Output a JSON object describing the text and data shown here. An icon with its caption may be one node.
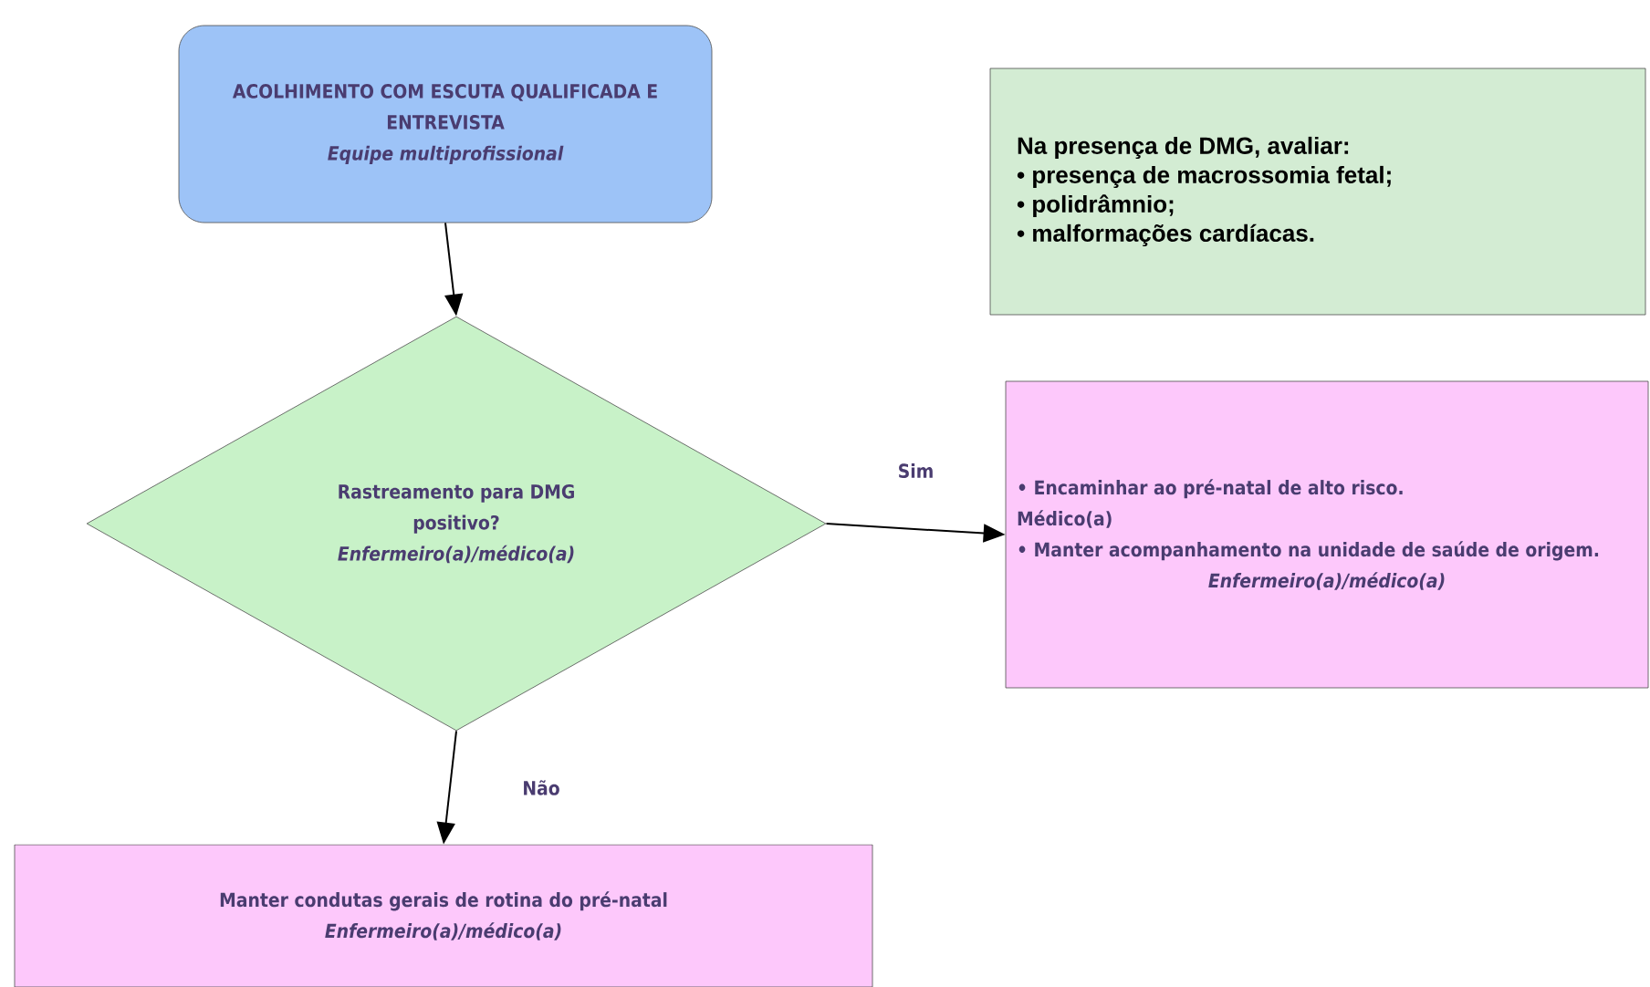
{
  "diagram": {
    "nodes": [
      {
        "text": [
          "ACOLHIMENTO COM ESCUTA QUALIFICADA E ENTREVISTA",
          "Equipe multiprofissional"
        ]
      },
      {
        "text": [
          "Na presença de DMG, avaliar:",
          "• presença de macrossomia fetal;",
          "• polidrâmnio;",
          "• malformações cardíacas."
        ]
      },
      {
        "text": [
          "Rastreamento para DMG positivo?",
          "Enfermeiro(a)/médico(a)"
        ]
      },
      {
        "text": [
          "• Encaminhar ao pré-natal de alto risco.",
          "Médico(a)",
          "• Manter acompanhamento na unidade de saúde de origem.",
          "Enfermeiro(a)/médico(a)"
        ]
      },
      {
        "text": [
          "Manter condutas gerais de rotina do pré-natal",
          "Enfermeiro(a)/médico(a)"
        ]
      }
    ],
    "edges": [
      {
        "from": 0,
        "to": 2,
        "arrow": "to"
      },
      {
        "from": 2,
        "to": 3,
        "arrow": "to",
        "label": "Sim"
      },
      {
        "from": 2,
        "to": 4,
        "arrow": "to",
        "label": "Não"
      }
    ]
  }
}
